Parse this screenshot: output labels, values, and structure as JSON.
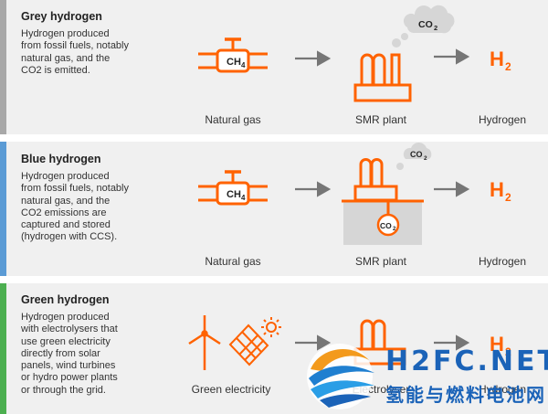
{
  "colors": {
    "orange": "#ff6200",
    "arrow": "#767676",
    "grey_stripe": "#a8a8a8",
    "blue_stripe": "#5b9bd5",
    "green_stripe": "#4caf50",
    "watermark_blue": "#1b63b8"
  },
  "panels": [
    {
      "title": "Grey hydrogen",
      "description": "Hydrogen produced\nfrom fossil fuels, notably\nnatural gas, and the\nCO2 is emitted.",
      "labels": [
        "Natural gas",
        "SMR plant",
        "Hydrogen"
      ]
    },
    {
      "title": "Blue hydrogen",
      "description": "Hydrogen produced\nfrom fossil fuels, notably\nnatural gas, and the\nCO2 emissions are\ncaptured and stored\n(hydrogen with CCS).",
      "labels": [
        "Natural gas",
        "SMR plant",
        "Hydrogen"
      ]
    },
    {
      "title": "Green hydrogen",
      "description": "Hydrogen produced\nwith electrolysers that\nuse green electricity\ndirectly from solar\npanels, wind turbines\nor hydro power plants\nor through the grid.",
      "labels": [
        "Green electricity",
        "Electrolyser",
        "Hydrogen"
      ]
    }
  ],
  "symbols": {
    "ch4": "CH",
    "ch4_sub": "4",
    "co2": "CO",
    "co2_sub": "2",
    "h2": "H",
    "h2_sub": "2"
  },
  "watermark": {
    "text_en": "H2FC.NET",
    "text_cn": "氢能与燃料电池网"
  }
}
